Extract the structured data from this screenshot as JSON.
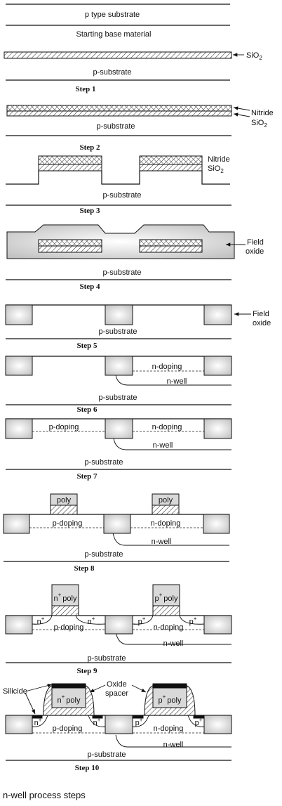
{
  "diagram": {
    "caption": "n-well process steps",
    "top_labels": {
      "substrate_type": "p type substrate",
      "base_material": "Starting base material"
    },
    "labels": {
      "sio2": "SiO",
      "sio2_sub": "2",
      "nitride": "Nitride",
      "p_substrate": "p-substrate",
      "field": "Field",
      "oxide": "oxide",
      "n_doping": "n-doping",
      "p_doping": "p-doping",
      "n_well": "n-well",
      "poly": "poly",
      "n_plus": "n",
      "p_plus": "p",
      "plus": "+",
      "silicide": "Silicide",
      "oxide_word": "Oxide",
      "spacer": "spacer"
    },
    "steps": [
      "Step 1",
      "Step 2",
      "Step 3",
      "Step 4",
      "Step 5",
      "Step 6",
      "Step 7",
      "Step 8",
      "Step 9",
      "Step 10"
    ]
  }
}
